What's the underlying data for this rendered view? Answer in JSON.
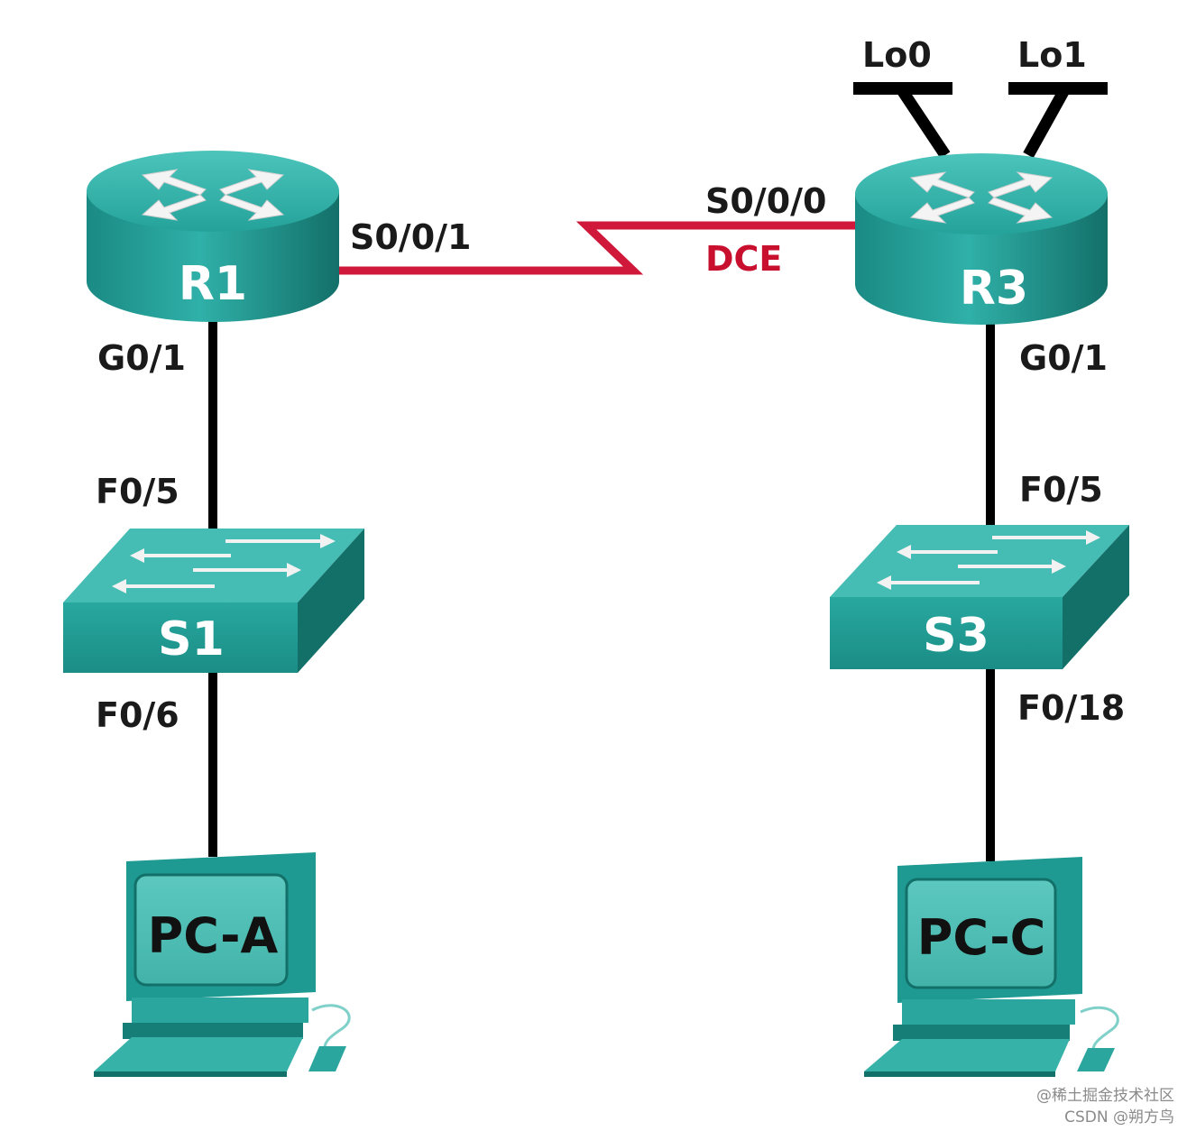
{
  "colors": {
    "teal_light": "#3fb8b0",
    "teal_mid": "#1f9a93",
    "teal_dark": "#157a74",
    "serial_link": "#d0183a",
    "ethernet_link": "#000000"
  },
  "devices": {
    "r1": {
      "label": "R1",
      "icon": "router-icon"
    },
    "r3": {
      "label": "R3",
      "icon": "router-icon"
    },
    "s1": {
      "label": "S1",
      "icon": "switch-icon"
    },
    "s3": {
      "label": "S3",
      "icon": "switch-icon"
    },
    "pca": {
      "label": "PC-A",
      "icon": "pc-icon"
    },
    "pcc": {
      "label": "PC-C",
      "icon": "pc-icon"
    }
  },
  "ports": {
    "r1_serial": "S0/0/1",
    "r3_serial": "S0/0/0",
    "dce": "DCE",
    "r1_g": "G0/1",
    "r3_g": "G0/1",
    "s1_f_up": "F0/5",
    "s1_f_down": "F0/6",
    "s3_f_up": "F0/5",
    "s3_f_down": "F0/18",
    "lo0": "Lo0",
    "lo1": "Lo1"
  },
  "watermark": {
    "line1": "@稀土掘金技术社区",
    "line2": "CSDN @朔方鸟"
  }
}
